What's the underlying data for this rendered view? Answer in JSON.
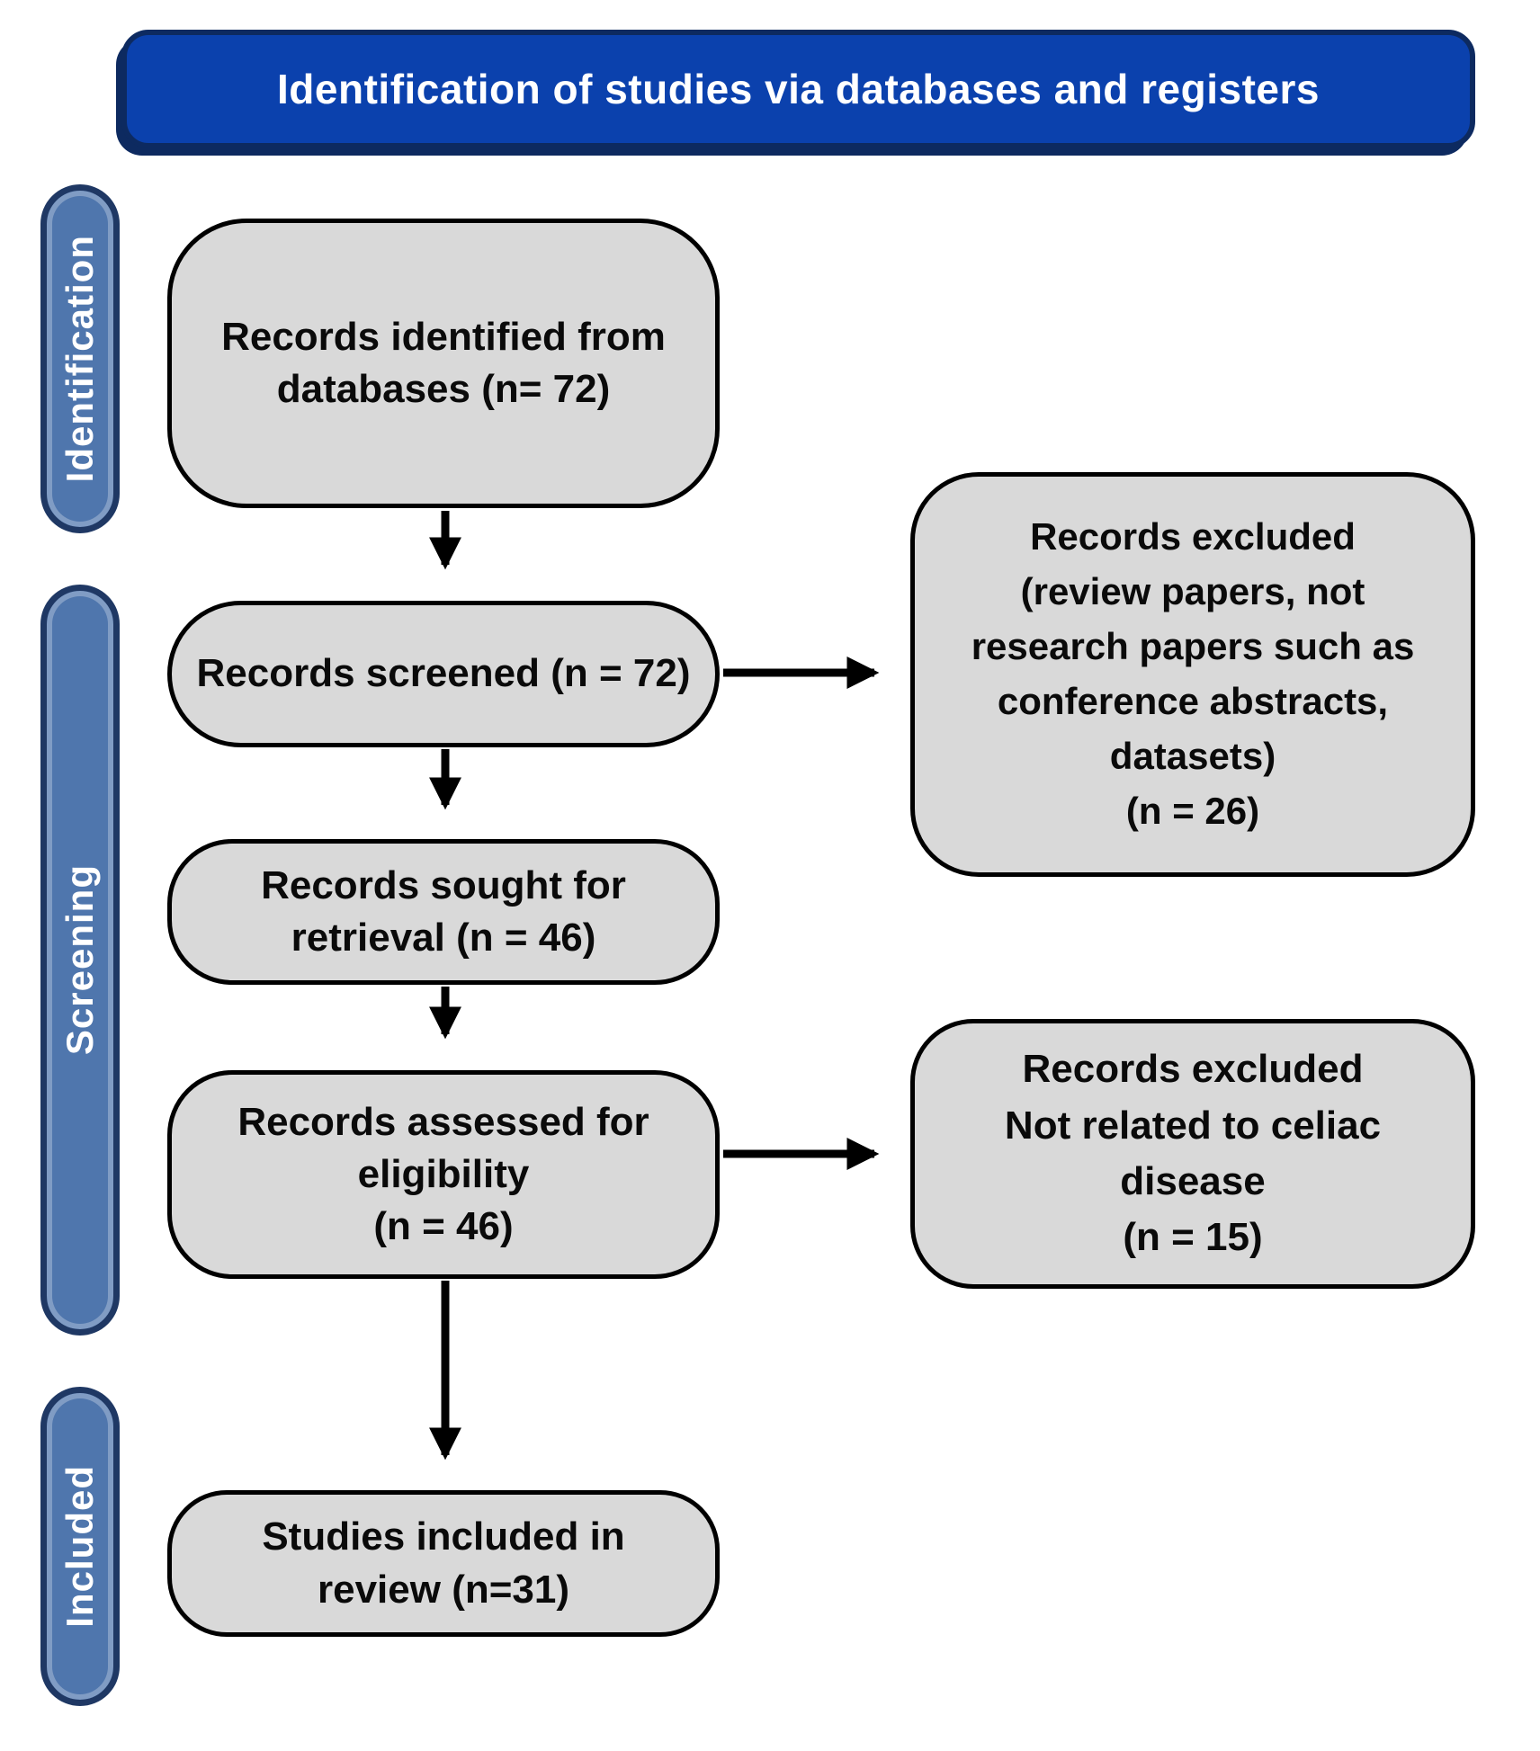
{
  "header": {
    "title": "Identification of studies via databases and registers"
  },
  "colors": {
    "header_fill": "#0b41ad",
    "header_border": "#0d2a60",
    "stage_fill": "#4f76ad",
    "stage_border": "#1f3864",
    "box_fill": "#d9d9d9",
    "box_border": "#000000",
    "arrow": "#000000"
  },
  "stages": [
    {
      "label": "Identification"
    },
    {
      "label": "Screening"
    },
    {
      "label": "Included"
    }
  ],
  "flow_boxes": {
    "records_identified": {
      "lines": [
        "Records identified from",
        "databases (n= 72)"
      ],
      "n": 72
    },
    "records_screened": {
      "lines": [
        "Records screened (n = 72)"
      ],
      "n": 72
    },
    "records_sought": {
      "lines": [
        "Records sought for",
        "retrieval (n = 46)"
      ],
      "n": 46
    },
    "records_assessed": {
      "lines": [
        "Records assessed for",
        "eligibility",
        "(n = 46)"
      ],
      "n": 46
    },
    "studies_included": {
      "lines": [
        "Studies included in",
        "review (n=31)"
      ],
      "n": 31
    },
    "excluded_screening": {
      "lines": [
        "Records excluded",
        "(review papers, not",
        "research papers such as",
        "conference abstracts,",
        "datasets)",
        "(n = 26)"
      ],
      "n": 26
    },
    "excluded_eligibility": {
      "lines": [
        "Records excluded",
        "Not related to celiac",
        "disease",
        "(n = 15)"
      ],
      "n": 15
    }
  }
}
